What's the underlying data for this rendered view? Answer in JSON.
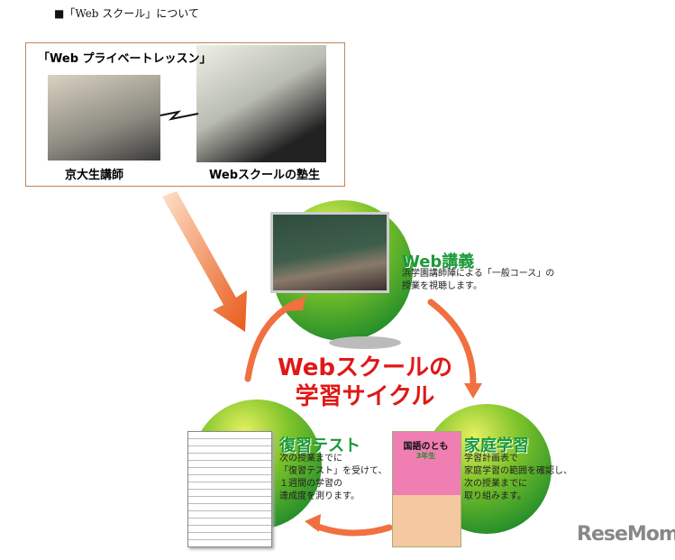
{
  "heading": "■「Web スクール」について",
  "lesson_box": {
    "title": "「Web プライベートレッスン」",
    "tutor_caption": "京大生講師",
    "student_caption": "Webスクールの塾生"
  },
  "cycle": {
    "title_line1": "Webスクールの",
    "title_line2": "学習サイクル",
    "lecture": {
      "title": "Web講義",
      "desc": [
        "浜学園講師陣による「一般コース」の",
        "授業を視聴します。"
      ]
    },
    "review_test": {
      "title": "復習テスト",
      "desc": [
        "次の授業までに",
        "「復習テスト」を受けて、",
        "１週間の学習の",
        "達成度を測ります。"
      ]
    },
    "home_study": {
      "title": "家庭学習",
      "desc": [
        "学習計画表で",
        "家庭学習の範囲を確認し、",
        "次の授業までに",
        "取り組みます。"
      ],
      "book_title": "国語のとも",
      "book_grade": "3年生"
    }
  },
  "logo": "ReseMom",
  "colors": {
    "green": "#1a9a3a",
    "red": "#e01818",
    "arrow": "#f07040"
  }
}
